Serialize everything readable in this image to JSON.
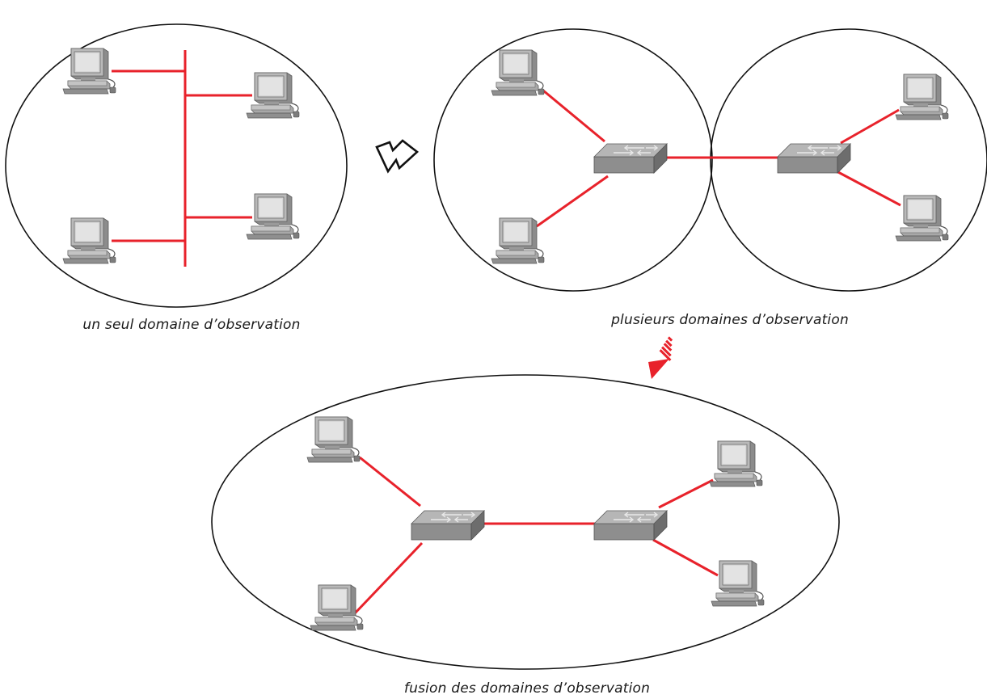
{
  "diagram": {
    "captions": {
      "single": "un seul domaine d’observation",
      "multiple": "plusieurs domaines d’observation",
      "fusion": "fusion des domaines d’observation"
    },
    "colors": {
      "link": "#e8222b",
      "outline": "#111111",
      "arrow_red": "#e8222b",
      "device_gray": "#9a9a9a"
    },
    "icons": {
      "computer": "computer-icon",
      "switch": "switch-icon",
      "transition": "lightning-arrow-icon",
      "merge": "red-arrow-icon"
    }
  }
}
